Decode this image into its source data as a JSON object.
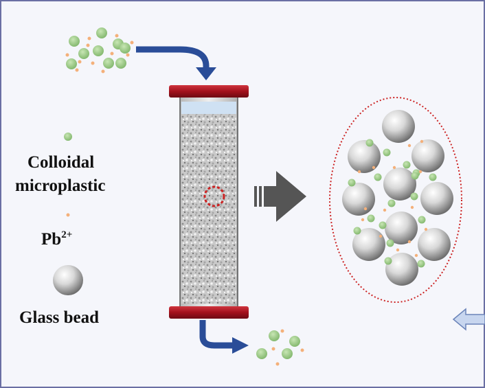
{
  "legend": {
    "colloid_label_line1": "Colloidal",
    "colloid_label_line2": "microplastic",
    "pb_label_base": "Pb",
    "pb_label_charge": "2+",
    "glass_label": "Glass bead"
  },
  "colors": {
    "page_background": "#f5f6fb",
    "frame_border": "#6a6fa3",
    "microplastic_green": "#9ccf86",
    "pb_orange": "#f4b07a",
    "flow_arrow_blue": "#2a4d98",
    "process_arrow_gray": "#555555",
    "column_cap_red": "#a3111c",
    "zoom_circle_red": "#cc2222",
    "return_arrow_blue": "#9db5df"
  }
}
